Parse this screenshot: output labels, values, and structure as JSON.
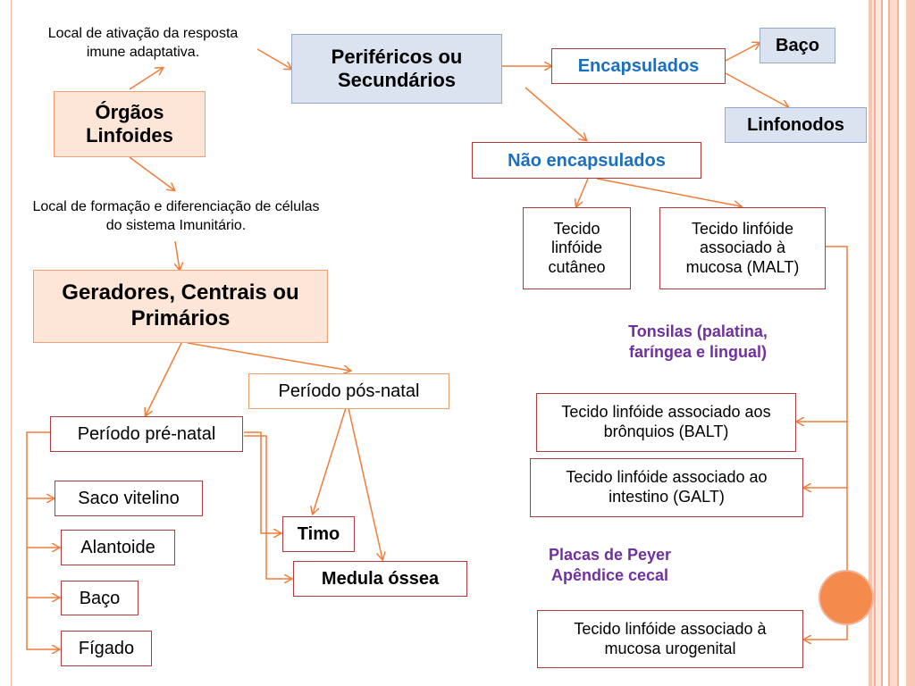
{
  "notes": {
    "activation": "Local de ativação da resposta imune adaptativa.",
    "formation": "Local de formação e diferenciação de células do sistema Imunitário."
  },
  "nodes": {
    "orgaos": "Órgãos Linfoides",
    "perifericos": "Periféricos ou Secundários",
    "encapsulados": "Encapsulados",
    "baco_top": "Baço",
    "linfonodos": "Linfonodos",
    "nao_encapsulados": "Não encapsulados",
    "tecido_cutaneo": "Tecido linfóide cutâneo",
    "malt": "Tecido linfóide associado à mucosa (MALT)",
    "tonsilas": "Tonsilas (palatina, faríngea e lingual)",
    "balt": "Tecido linfóide associado aos brônquios (BALT)",
    "galt": "Tecido linfóide associado ao intestino (GALT)",
    "placas": "Placas de Peyer Apêndice cecal",
    "urogenital": "Tecido linfóide associado à mucosa urogenital",
    "geradores": "Geradores, Centrais ou Primários",
    "pos_natal": "Período pós-natal",
    "pre_natal": "Período pré-natal",
    "saco": "Saco vitelino",
    "alantoide": "Alantoide",
    "baco_bottom": "Baço",
    "figado": "Fígado",
    "timo": "Timo",
    "medula": "Medula óssea"
  },
  "colors": {
    "arrow": "#f07d3a",
    "accent_blue": "#1a6fc2",
    "accent_purple": "#7030a0",
    "box_border": "#b23a3a"
  }
}
